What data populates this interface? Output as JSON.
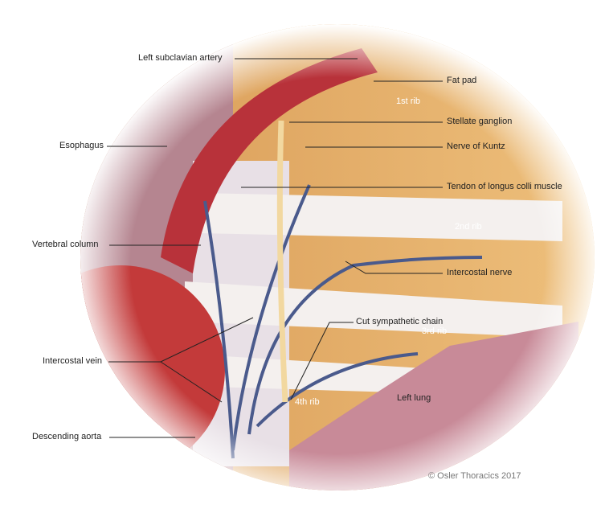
{
  "labels": {
    "left_subclavian_artery": "Left subclavian artery",
    "fat_pad": "Fat pad",
    "first_rib": "1st rib",
    "stellate_ganglion": "Stellate ganglion",
    "esophagus": "Esophagus",
    "nerve_of_kuntz": "Nerve of Kuntz",
    "tendon_longus_colli": "Tendon of longus colli muscle",
    "second_rib": "2nd rib",
    "vertebral_column": "Vertebral column",
    "intercostal_nerve": "Intercostal nerve",
    "cut_sympathetic_chain": "Cut sympathetic chain",
    "third_rib": "3rd rib",
    "intercostal_vein": "Intercostal vein",
    "fourth_rib": "4th rib",
    "left_lung": "Left lung",
    "descending_aorta": "Descending aorta"
  },
  "copyright": "© Osler Thoracics 2017",
  "colors": {
    "artery": "#b8323a",
    "rib": "#f4f0ee",
    "fat": "#e2a860",
    "vein": "#4a5a8c",
    "lung": "#c88a98"
  }
}
